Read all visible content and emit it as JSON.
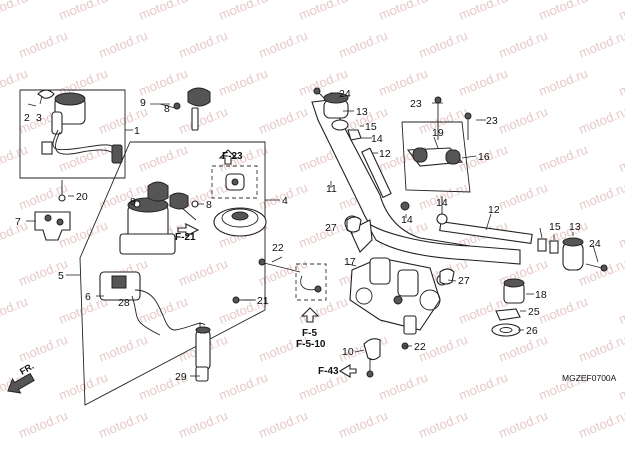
{
  "watermark": "motod.ru",
  "diagram_code": "MGZEF0700A",
  "front_label": "FR.",
  "callouts": [
    {
      "id": "c1",
      "text": "1"
    },
    {
      "id": "c2",
      "text": "2"
    },
    {
      "id": "c3",
      "text": "3"
    },
    {
      "id": "c4",
      "text": "4"
    },
    {
      "id": "c5",
      "text": "5"
    },
    {
      "id": "c6",
      "text": "6"
    },
    {
      "id": "c7",
      "text": "7"
    },
    {
      "id": "c8a",
      "text": "8"
    },
    {
      "id": "c8b",
      "text": "8"
    },
    {
      "id": "c8c",
      "text": "8"
    },
    {
      "id": "c9",
      "text": "9"
    },
    {
      "id": "c10",
      "text": "10"
    },
    {
      "id": "c11",
      "text": "11"
    },
    {
      "id": "c12a",
      "text": "12"
    },
    {
      "id": "c12b",
      "text": "12"
    },
    {
      "id": "c13a",
      "text": "13"
    },
    {
      "id": "c13b",
      "text": "13"
    },
    {
      "id": "c14a",
      "text": "14"
    },
    {
      "id": "c14b",
      "text": "14"
    },
    {
      "id": "c14c",
      "text": "14"
    },
    {
      "id": "c15a",
      "text": "15"
    },
    {
      "id": "c15b",
      "text": "15"
    },
    {
      "id": "c16",
      "text": "16"
    },
    {
      "id": "c17",
      "text": "17"
    },
    {
      "id": "c18",
      "text": "18"
    },
    {
      "id": "c19",
      "text": "19"
    },
    {
      "id": "c20",
      "text": "20"
    },
    {
      "id": "c21",
      "text": "21"
    },
    {
      "id": "c22a",
      "text": "22"
    },
    {
      "id": "c22b",
      "text": "22"
    },
    {
      "id": "c23a",
      "text": "23"
    },
    {
      "id": "c23b",
      "text": "23"
    },
    {
      "id": "c24a",
      "text": "24"
    },
    {
      "id": "c24b",
      "text": "24"
    },
    {
      "id": "c25",
      "text": "25"
    },
    {
      "id": "c26",
      "text": "26"
    },
    {
      "id": "c27a",
      "text": "27"
    },
    {
      "id": "c27b",
      "text": "27"
    },
    {
      "id": "c28",
      "text": "28"
    },
    {
      "id": "c29",
      "text": "29"
    }
  ],
  "references": [
    {
      "id": "f23",
      "text": "F-23"
    },
    {
      "id": "f21",
      "text": "F-21"
    },
    {
      "id": "f5",
      "text": "F-5"
    },
    {
      "id": "f510",
      "text": "F-5-10"
    },
    {
      "id": "f43",
      "text": "F-43"
    }
  ]
}
